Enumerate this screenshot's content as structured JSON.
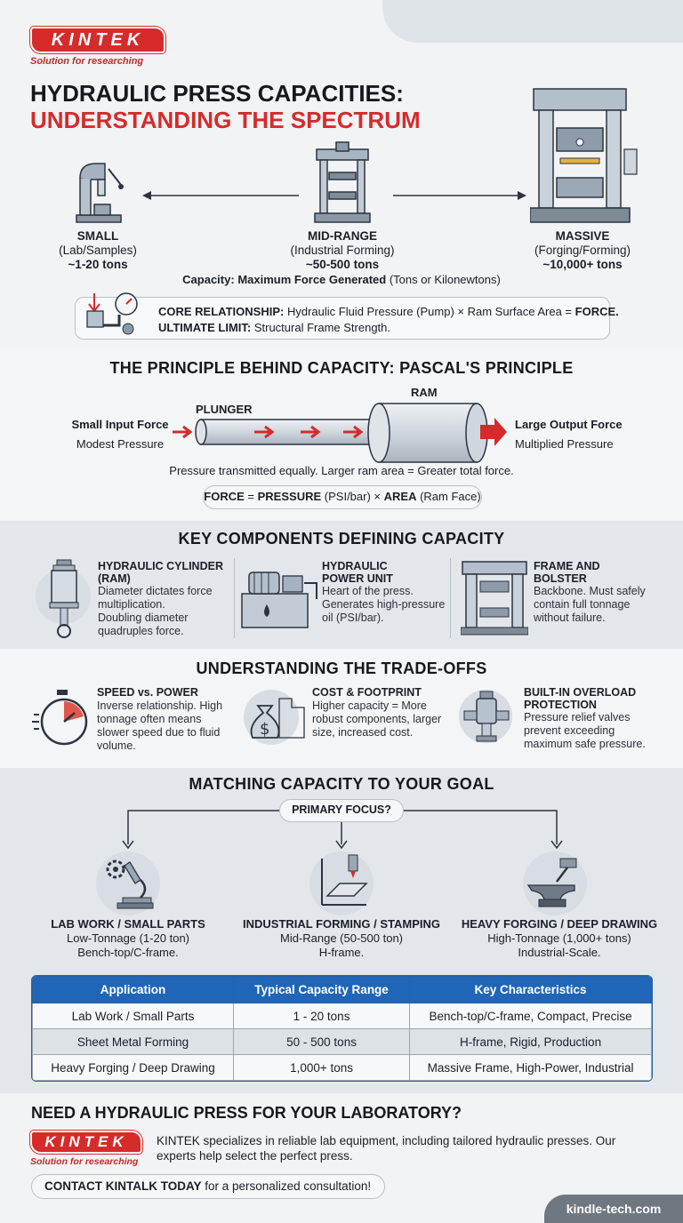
{
  "brand": {
    "logo": "KINTEK",
    "tagline": "Solution for researching"
  },
  "header": {
    "title_line1": "HYDRAULIC PRESS CAPACITIES:",
    "title_line2": "UNDERSTANDING THE SPECTRUM"
  },
  "spectrum": {
    "small": {
      "name": "SMALL",
      "use": "(Lab/Samples)",
      "tons": "~1-20 tons"
    },
    "mid": {
      "name": "MID-RANGE",
      "use": "(Industrial Forming)",
      "tons": "~50-500 tons"
    },
    "massive": {
      "name": "MASSIVE",
      "use": "(Forging/Forming)",
      "tons": "~10,000+ tons"
    },
    "capacity_label": "Capacity:",
    "capacity_bold": "Maximum Force Generated",
    "capacity_rest": "(Tons or Kilonewtons)"
  },
  "core": {
    "rel_label": "CORE RELATIONSHIP:",
    "rel_text": "Hydraulic Fluid Pressure (Pump) × Ram Surface Area =",
    "rel_force": "FORCE.",
    "limit_label": "ULTIMATE LIMIT:",
    "limit_text": "Structural Frame Strength."
  },
  "pascal": {
    "title": "THE PRINCIPLE BEHIND CAPACITY: PASCAL'S PRINCIPLE",
    "ram": "RAM",
    "plunger": "PLUNGER",
    "input_force": "Small Input Force",
    "input_pressure": "Modest Pressure",
    "output_force": "Large Output Force",
    "output_pressure": "Multiplied Pressure",
    "note": "Pressure transmitted equally. Larger ram area = Greater total force.",
    "f_force": "FORCE",
    "f_eq": "=",
    "f_pressure": "PRESSURE",
    "f_unit": "(PSI/bar) ×",
    "f_area": "AREA",
    "f_face": "(Ram Face)"
  },
  "components": {
    "title": "KEY COMPONENTS DEFINING CAPACITY",
    "items": [
      {
        "title1": "HYDRAULIC CYLINDER",
        "title2": "(RAM)",
        "l1": "Diameter dictates force",
        "l2": "multiplication.",
        "l3": "Doubling diameter",
        "l4": "quadruples force."
      },
      {
        "title1": "HYDRAULIC",
        "title2": "POWER UNIT",
        "l1": "Heart of the press.",
        "l2": "Generates high-pressure",
        "l3": "oil (PSI/bar).",
        "l4": ""
      },
      {
        "title1": "FRAME AND",
        "title2": "BOLSTER",
        "l1": "Backbone. Must safely",
        "l2": "contain full tonnage",
        "l3": "without failure.",
        "l4": ""
      }
    ]
  },
  "tradeoffs": {
    "title": "UNDERSTANDING THE TRADE-OFFS",
    "items": [
      {
        "title1": "SPEED vs. POWER",
        "title2": "",
        "l1": "Inverse relationship. High",
        "l2": "tonnage often means",
        "l3": "slower speed due to fluid",
        "l4": "volume."
      },
      {
        "title1": "COST & FOOTPRINT",
        "title2": "",
        "l1": "Higher capacity = More",
        "l2": "robust components, larger",
        "l3": "size, increased cost.",
        "l4": ""
      },
      {
        "title1": "BUILT-IN OVERLOAD",
        "title2": "PROTECTION",
        "l1": "Pressure relief valves",
        "l2": "prevent exceeding",
        "l3": "maximum safe pressure.",
        "l4": ""
      }
    ]
  },
  "goal": {
    "title": "MATCHING CAPACITY TO YOUR GOAL",
    "focus": "PRIMARY FOCUS?",
    "items": [
      {
        "name": "LAB WORK / SMALL PARTS",
        "l1": "Low-Tonnage (1-20 ton)",
        "l2": "Bench-top/C-frame."
      },
      {
        "name": "INDUSTRIAL FORMING / STAMPING",
        "l1": "Mid-Range (50-500 ton)",
        "l2": "H-frame."
      },
      {
        "name": "HEAVY FORGING / DEEP DRAWING",
        "l1": "High-Tonnage (1,000+ tons)",
        "l2": "Industrial-Scale."
      }
    ]
  },
  "table": {
    "headers": [
      "Application",
      "Typical Capacity Range",
      "Key Characteristics"
    ],
    "rows": [
      [
        "Lab Work / Small Parts",
        "1 - 20 tons",
        "Bench-top/C-frame, Compact, Precise"
      ],
      [
        "Sheet Metal Forming",
        "50 - 500 tons",
        "H-frame, Rigid, Production"
      ],
      [
        "Heavy Forging / Deep Drawing",
        "1,000+ tons",
        "Massive Frame, High-Power, Industrial"
      ]
    ]
  },
  "cta": {
    "title": "NEED A HYDRAULIC PRESS FOR YOUR LABORATORY?",
    "text1": "KINTEK specializes in reliable lab equipment, including tailored hydraulic presses. Our",
    "text2": "experts help select the perfect press.",
    "button_bold": "CONTACT KINTALK TODAY",
    "button_rest": "for a personalized consultation!",
    "url": "kindle-tech.com"
  },
  "colors": {
    "accent_red": "#d52b2b",
    "table_blue": "#1f66b8"
  }
}
